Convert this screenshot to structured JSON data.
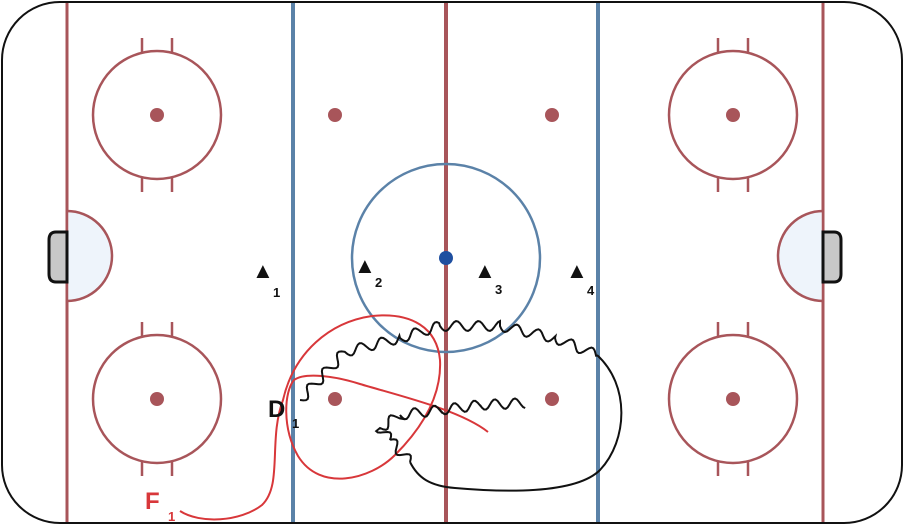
{
  "diagram": {
    "players": [
      {
        "id": "t1",
        "symbol": "▲",
        "sub": "1"
      },
      {
        "id": "t2",
        "symbol": "▲",
        "sub": "2"
      },
      {
        "id": "t3",
        "symbol": "▲",
        "sub": "3"
      },
      {
        "id": "t4",
        "symbol": "▲",
        "sub": "4"
      },
      {
        "id": "d1",
        "symbol": "D",
        "sub": "1"
      },
      {
        "id": "f1",
        "symbol": "F",
        "sub": "1"
      }
    ],
    "colors": {
      "red_line": "#a8555a",
      "blue_line": "#5b82a8",
      "center_dot": "#1f4fa0",
      "crease_fill": "#eef4fb",
      "goal_fill": "#c8c8c8",
      "forward_path": "#d8373a",
      "defense_path": "#111111",
      "text_dark": "#111111",
      "text_red": "#d8373a"
    }
  }
}
